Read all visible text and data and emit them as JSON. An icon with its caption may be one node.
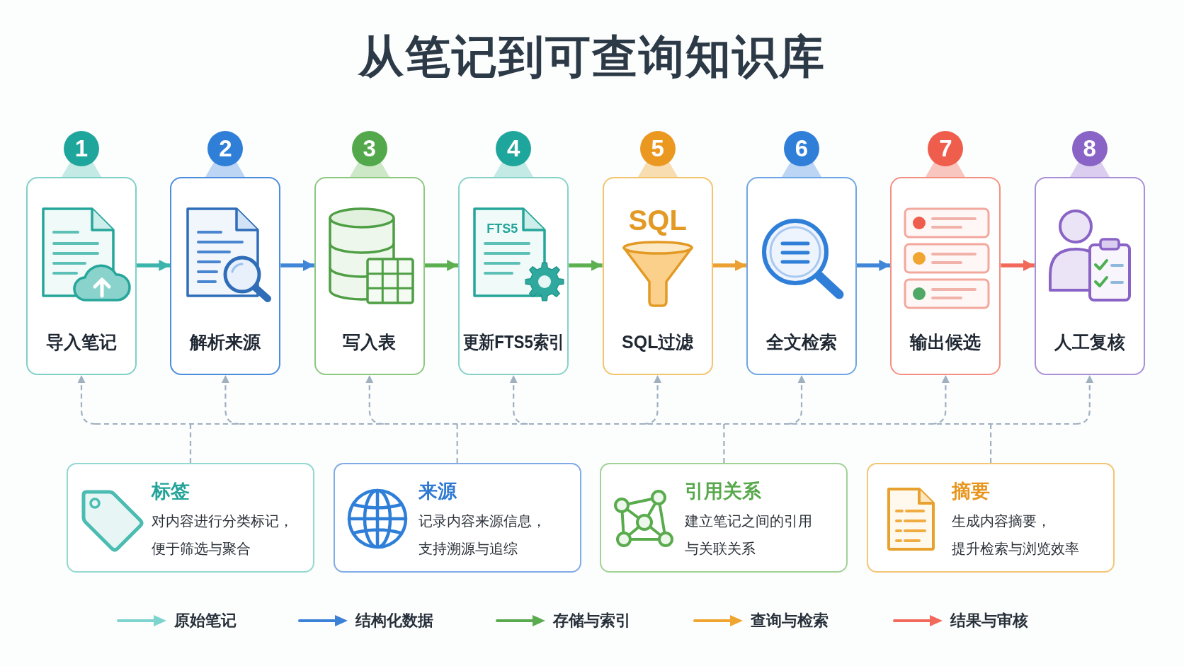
{
  "diagram": {
    "title": "从笔记到可查询知识库",
    "nodes": [
      {
        "text": [
          "1",
          "导入笔记"
        ]
      },
      {
        "text": [
          "2",
          "解析来源"
        ]
      },
      {
        "text": [
          "3",
          "写入表"
        ]
      },
      {
        "text": [
          "4",
          "FTS5",
          "更新FTS5索引"
        ]
      },
      {
        "text": [
          "5",
          "SQL",
          "SQL过滤"
        ]
      },
      {
        "text": [
          "6",
          "全文检索"
        ]
      },
      {
        "text": [
          "7",
          "输出候选"
        ]
      },
      {
        "text": [
          "8",
          "人工复核"
        ]
      },
      {
        "text": [
          "标签",
          "对内容进行分类标记，便于筛选与聚合"
        ]
      },
      {
        "text": [
          "来源",
          "记录内容来源信息，支持溯源与追综"
        ]
      },
      {
        "text": [
          "引用关系",
          "建立笔记之间的引用与关联关系"
        ]
      },
      {
        "text": [
          "摘要",
          "生成内容摘要，提升检索与浏览效率"
        ]
      }
    ],
    "edges": [
      {
        "from": 0,
        "to": 1,
        "arrow": "to",
        "style": "thick",
        "color": "#3bb5ab"
      },
      {
        "from": 1,
        "to": 2,
        "arrow": "to",
        "style": "thick",
        "color": "#3f86d8"
      },
      {
        "from": 2,
        "to": 3,
        "arrow": "to",
        "style": "thick",
        "color": "#5cb050"
      },
      {
        "from": 3,
        "to": 4,
        "arrow": "to",
        "style": "thick",
        "color": "#5cb050"
      },
      {
        "from": 4,
        "to": 5,
        "arrow": "to",
        "style": "thick",
        "color": "#eda032"
      },
      {
        "from": 5,
        "to": 6,
        "arrow": "to",
        "style": "thick",
        "color": "#3f86d8"
      },
      {
        "from": 6,
        "to": 7,
        "arrow": "to",
        "style": "thick",
        "color": "#f2685a"
      },
      {
        "from": 8,
        "to": 0,
        "arrow": "to",
        "style": "dashed"
      },
      {
        "from": 8,
        "to": 1,
        "arrow": "to",
        "style": "dashed"
      },
      {
        "from": 8,
        "to": 2,
        "arrow": "to",
        "style": "dashed"
      },
      {
        "from": 8,
        "to": 3,
        "arrow": "to",
        "style": "dashed"
      },
      {
        "from": 8,
        "to": 4,
        "arrow": "to",
        "style": "dashed"
      },
      {
        "from": 8,
        "to": 5,
        "arrow": "to",
        "style": "dashed"
      },
      {
        "from": 8,
        "to": 6,
        "arrow": "to",
        "style": "dashed"
      },
      {
        "from": 8,
        "to": 7,
        "arrow": "to",
        "style": "dashed"
      },
      {
        "from": 9,
        "to": 0,
        "arrow": "to",
        "style": "dashed"
      },
      {
        "from": 9,
        "to": 1,
        "arrow": "to",
        "style": "dashed"
      },
      {
        "from": 9,
        "to": 2,
        "arrow": "to",
        "style": "dashed"
      },
      {
        "from": 9,
        "to": 3,
        "arrow": "to",
        "style": "dashed"
      },
      {
        "from": 9,
        "to": 4,
        "arrow": "to",
        "style": "dashed"
      },
      {
        "from": 9,
        "to": 5,
        "arrow": "to",
        "style": "dashed"
      },
      {
        "from": 9,
        "to": 6,
        "arrow": "to",
        "style": "dashed"
      },
      {
        "from": 9,
        "to": 7,
        "arrow": "to",
        "style": "dashed"
      },
      {
        "from": 10,
        "to": 0,
        "arrow": "to",
        "style": "dashed"
      },
      {
        "from": 10,
        "to": 1,
        "arrow": "to",
        "style": "dashed"
      },
      {
        "from": 10,
        "to": 2,
        "arrow": "to",
        "style": "dashed"
      },
      {
        "from": 10,
        "to": 3,
        "arrow": "to",
        "style": "dashed"
      },
      {
        "from": 10,
        "to": 4,
        "arrow": "to",
        "style": "dashed"
      },
      {
        "from": 10,
        "to": 5,
        "arrow": "to",
        "style": "dashed"
      },
      {
        "from": 10,
        "to": 6,
        "arrow": "to",
        "style": "dashed"
      },
      {
        "from": 10,
        "to": 7,
        "arrow": "to",
        "style": "dashed"
      },
      {
        "from": 11,
        "to": 0,
        "arrow": "to",
        "style": "dashed"
      },
      {
        "from": 11,
        "to": 1,
        "arrow": "to",
        "style": "dashed"
      },
      {
        "from": 11,
        "to": 2,
        "arrow": "to",
        "style": "dashed"
      },
      {
        "from": 11,
        "to": 3,
        "arrow": "to",
        "style": "dashed"
      },
      {
        "from": 11,
        "to": 4,
        "arrow": "to",
        "style": "dashed"
      },
      {
        "from": 11,
        "to": 5,
        "arrow": "to",
        "style": "dashed"
      },
      {
        "from": 11,
        "to": 6,
        "arrow": "to",
        "style": "dashed"
      },
      {
        "from": 11,
        "to": 7,
        "arrow": "to",
        "style": "dashed"
      }
    ],
    "legend": [
      {
        "text": "原始笔记",
        "color": "#7dd3ce"
      },
      {
        "text": "结构化数据",
        "color": "#3b82d6"
      },
      {
        "text": "存储与索引",
        "color": "#5aab50"
      },
      {
        "text": "查询与检索",
        "color": "#f0a530"
      },
      {
        "text": "结果与审核",
        "color": "#f26a5b"
      }
    ]
  }
}
